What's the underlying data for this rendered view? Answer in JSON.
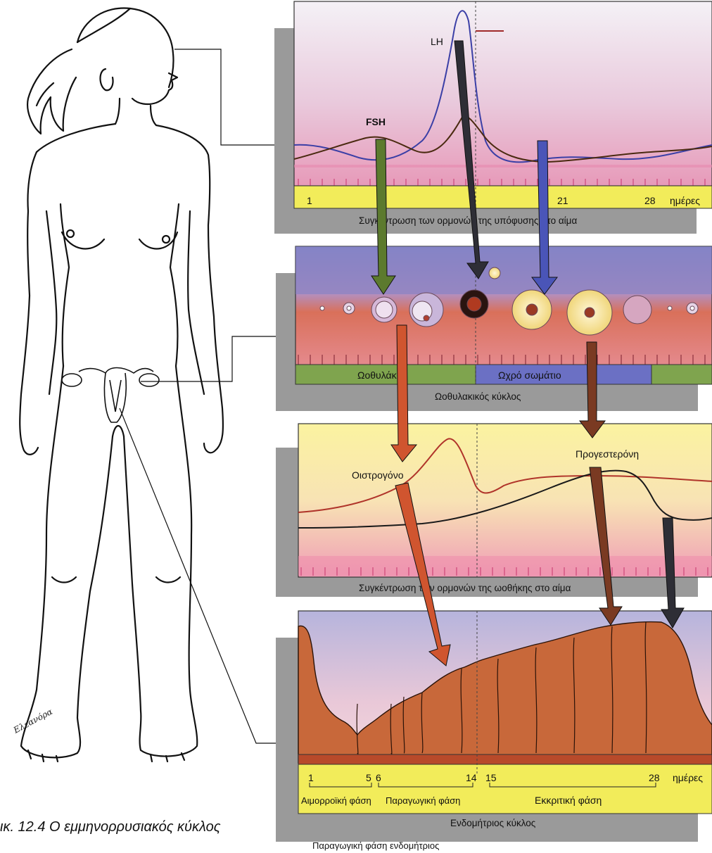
{
  "caption": "ικ. 12.4   Ο εμμηνορρυσιακός κύκλος",
  "signature": "Ελεανόρα",
  "panel_pituitary": {
    "lh_label": "LH",
    "fsh_label": "FSH",
    "day_labels": [
      "1",
      "21",
      "28"
    ],
    "days_unit": "ημέρες",
    "caption": "Συγκέντρωση των ορμονών της υπόφυσης στο αίμα"
  },
  "panel_ovary": {
    "follicle_label": "Ωοθυλάκιο",
    "corpus_label": "Ωχρό σωμάτιο",
    "caption": "Ωοθυλακικός κύκλος"
  },
  "panel_ovarian_hormones": {
    "estrogen_label": "Οιστρογόνο",
    "progesterone_label": "Προγεστερόνη",
    "caption": "Συγκέντρωση των ορμονών της ωοθήκης στο αίμα"
  },
  "panel_endometrium": {
    "day_labels": [
      "1",
      "5",
      "6",
      "14",
      "15",
      "28"
    ],
    "days_unit": "ημέρες",
    "phase_menstrual": "Αιμορροϊκή φάση",
    "phase_proliferative": "Παραγωγική φάση",
    "phase_secretory": "Εκκριτική φάση",
    "caption": "Ενδομήτριος κύκλος",
    "subcaption": "Παραγωγική φάση ενδομήτριος"
  },
  "colors": {
    "lh_curve": "#3b3fa6",
    "fsh_curve": "#4a2a10",
    "estrogen_curve": "#b0342a",
    "progesterone_curve": "#1a1a1a",
    "day_strip": "#f2ec5a",
    "follicle_bar": "#7fa44e",
    "corpus_bar": "#6b70c4",
    "endometrium": "#c8683a",
    "arrow_green": "#5c7a2e",
    "arrow_dark": "#2e2e36",
    "arrow_blue": "#4a55b8",
    "arrow_red": "#d0552f",
    "arrow_brown": "#7a3a22"
  }
}
